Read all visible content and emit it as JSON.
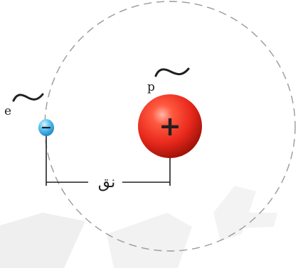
{
  "diagram": {
    "electron": {
      "letter": "e",
      "sign": "−"
    },
    "proton": {
      "letter": "p",
      "sign": "+"
    },
    "radius_label": "نق",
    "colors": {
      "orbit": "#9a9a9a",
      "proton_fill": "#e8281c",
      "proton_dark": "#b01810",
      "electron_fill": "#3aaee8",
      "ink": "#231f20",
      "watermark": "#efefef"
    }
  }
}
